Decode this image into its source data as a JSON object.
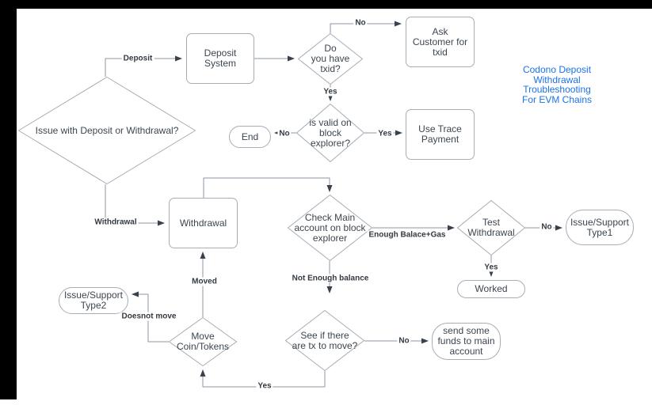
{
  "title": {
    "lines": [
      "Codono Deposit",
      "Withdrawal",
      "Troubleshooting",
      "For EVM Chains"
    ],
    "color": "#1a73e8"
  },
  "nodes": {
    "main_decision": {
      "shape": "diamond",
      "label": [
        "Issue with Deposit or Withdrawal?"
      ]
    },
    "deposit_system": {
      "shape": "rect",
      "label": [
        "Deposit",
        "System"
      ]
    },
    "txid_decision": {
      "shape": "diamond",
      "label": [
        "Do",
        "you have",
        "txid?"
      ]
    },
    "ask_customer": {
      "shape": "rect",
      "label": [
        "Ask",
        "Customer for",
        "txid"
      ]
    },
    "end": {
      "shape": "stadium",
      "label": [
        "End"
      ]
    },
    "valid_decision": {
      "shape": "diamond",
      "label": [
        "is valid on",
        "block",
        "explorer?"
      ]
    },
    "use_trace": {
      "shape": "rect",
      "label": [
        "Use Trace",
        "Payment"
      ]
    },
    "withdrawal": {
      "shape": "rect",
      "label": [
        "Withdrawal"
      ]
    },
    "check_main": {
      "shape": "diamond",
      "label": [
        "Check Main",
        "account on block",
        "explorer"
      ]
    },
    "test_withdrawal": {
      "shape": "diamond",
      "label": [
        "Test",
        "Withdrawal"
      ]
    },
    "issue_type1": {
      "shape": "stadium",
      "label": [
        "Issue/Support",
        "Type1"
      ]
    },
    "worked": {
      "shape": "stadium",
      "label": [
        "Worked"
      ]
    },
    "issue_type2": {
      "shape": "stadium",
      "label": [
        "Issue/Support",
        "Type2"
      ]
    },
    "move_coins": {
      "shape": "diamond",
      "label": [
        "Move",
        "Coin/Tokens"
      ]
    },
    "see_if": {
      "shape": "diamond",
      "label": [
        "See if there",
        "are tx to move?"
      ]
    },
    "send_funds": {
      "shape": "stadium",
      "label": [
        "send some",
        "funds to main",
        "account"
      ]
    }
  },
  "edge_labels": {
    "deposit": "Deposit",
    "withdrawal": "Withdrawal",
    "no_txid": "No",
    "yes_txid": "Yes",
    "no_valid": "No",
    "yes_valid": "Yes",
    "enough": "Enough Balace+Gas",
    "not_enough": "Not Enough balance",
    "no_test": "No",
    "yes_test": "Yes",
    "moved": "Moved",
    "doesnot_move": "Doesnot move",
    "no_txs": "No",
    "yes_loop": "Yes"
  },
  "colors": {
    "background": "#ffffff",
    "letterbox": "#000000",
    "node_border": "#a6adb7",
    "edge_line": "#8d95a3",
    "arrowhead": "#39414d",
    "node_text": "#3c4650",
    "edge_label_text": "#333a41",
    "title_blue": "#1a73e8"
  }
}
